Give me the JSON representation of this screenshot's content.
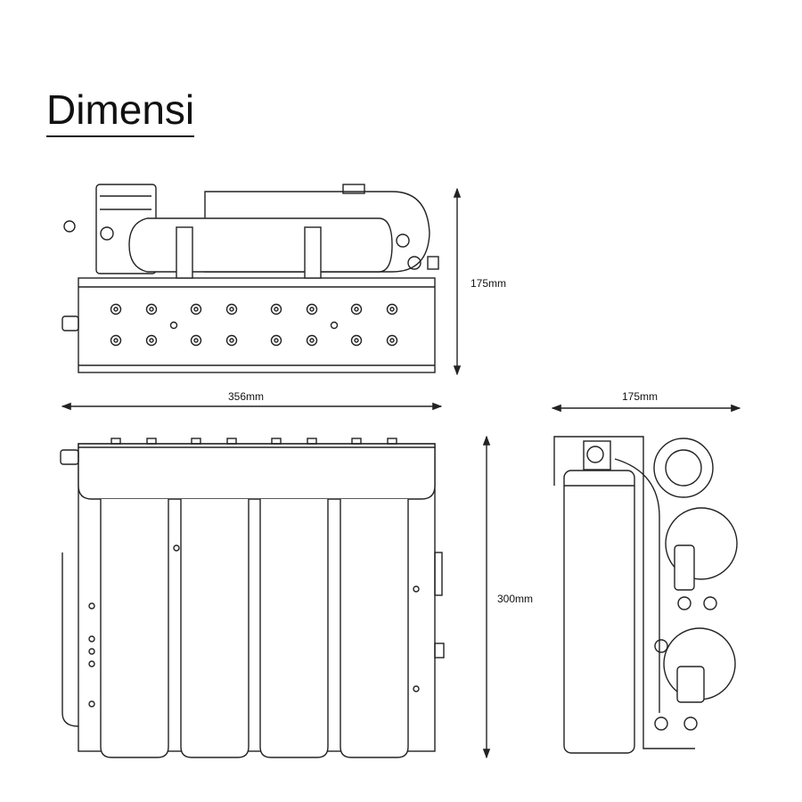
{
  "title": "Dimensi",
  "dimensions": {
    "top_view_height": "175mm",
    "width": "356mm",
    "front_view_height": "300mm",
    "depth": "175mm"
  }
}
